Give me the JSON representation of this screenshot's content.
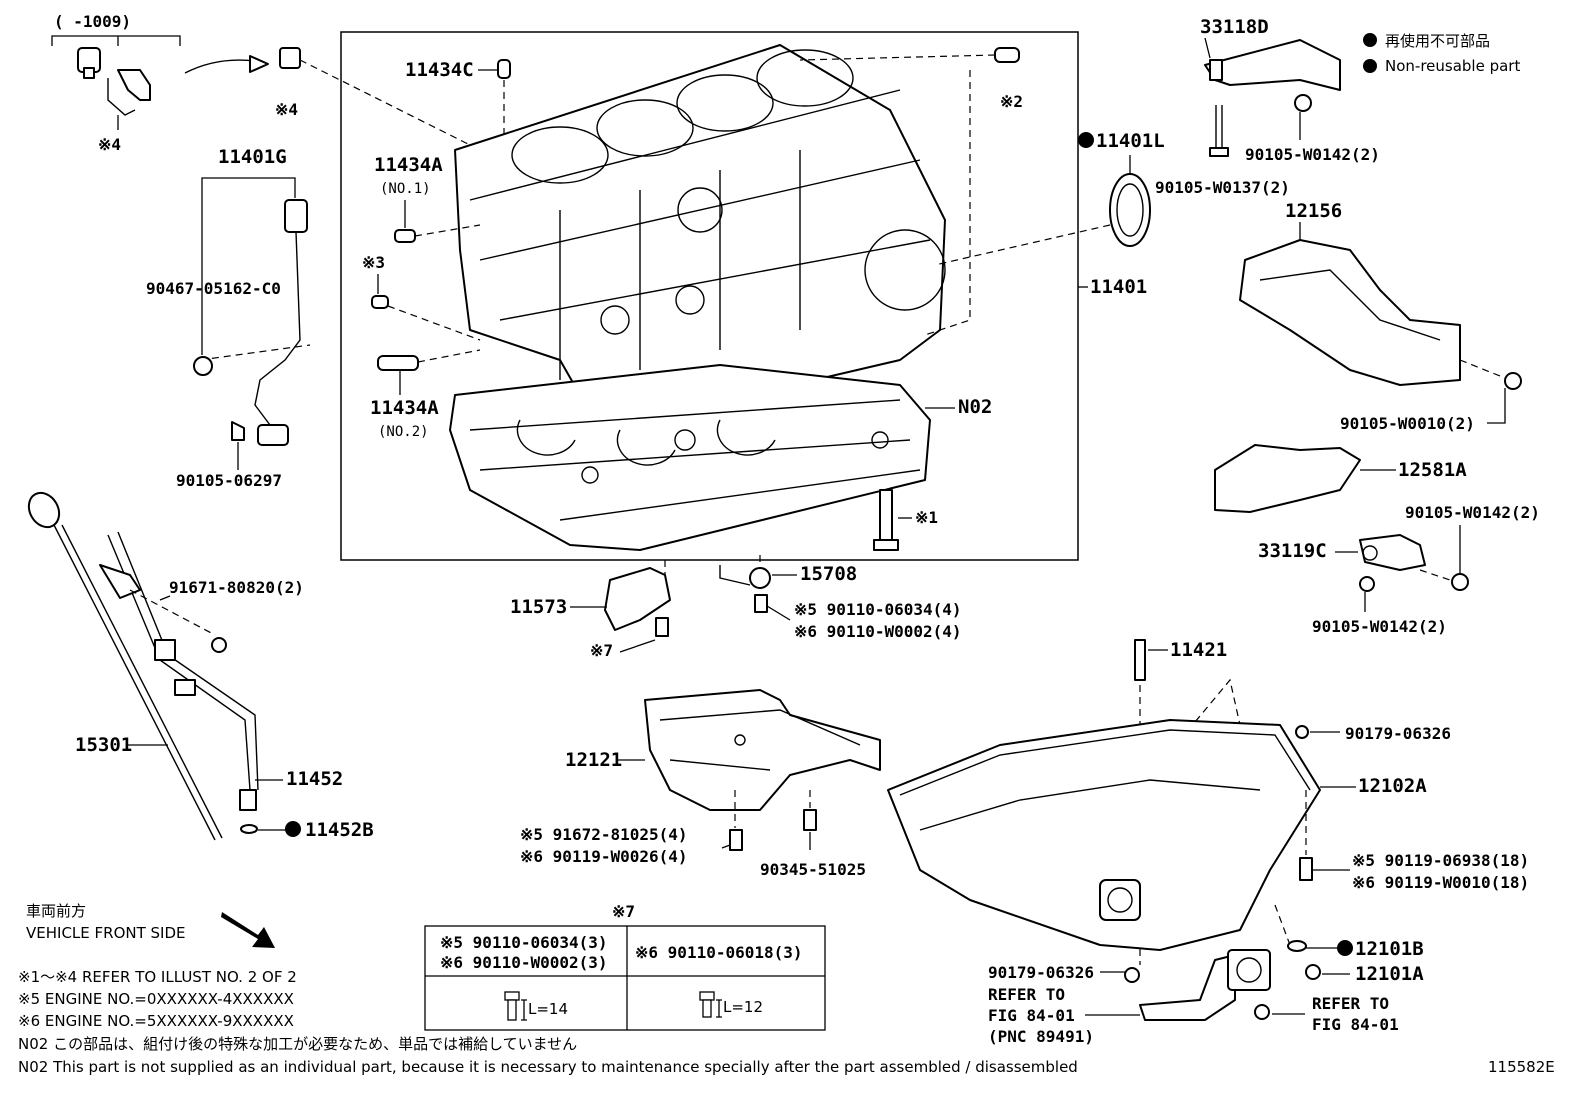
{
  "legend": {
    "non_reusable_ja": "再使用不可部品",
    "non_reusable_en": "Non-reusable part"
  },
  "parts": {
    "p_1009": "(    -1009)",
    "p_11434C": "11434C",
    "p_11434A_1": "11434A",
    "p_no1": "(NO.1)",
    "p_11434A_2": "11434A",
    "p_no2": "(NO.2)",
    "p_11401G": "11401G",
    "p_90467": "90467-05162-C0",
    "p_90105_06297": "90105-06297",
    "p_11401L": "11401L",
    "p_11401": "11401",
    "p_N02": "N02",
    "p_33118D": "33118D",
    "p_90105_W0142_a": "90105-W0142(2)",
    "p_90105_W0137": "90105-W0137(2)",
    "p_12156": "12156",
    "p_90105_W0010": "90105-W0010(2)",
    "p_12581A": "12581A",
    "p_90105_W0142_b": "90105-W0142(2)",
    "p_33119C": "33119C",
    "p_90105_W0142_c": "90105-W0142(2)",
    "p_91671": "91671-80820(2)",
    "p_15301": "15301",
    "p_11452": "11452",
    "p_11452B": "11452B",
    "p_11573": "11573",
    "p_15708": "15708",
    "p_90110_06034_4": "※5 90110-06034(4)",
    "p_90110_W0002_4": "※6 90110-W0002(4)",
    "p_11421": "11421",
    "p_12121": "12121",
    "p_91672": "※5 91672-81025(4)",
    "p_90119_W0026": "※6 90119-W0026(4)",
    "p_90345": "90345-51025",
    "p_90179_a": "90179-06326",
    "p_12102A": "12102A",
    "p_90119_06938": "※5 90119-06938(18)",
    "p_90119_W0010": "※6 90119-W0010(18)",
    "p_90179_b": "90179-06326",
    "p_12101B": "12101B",
    "p_12101A": "12101A",
    "p_refer_fig_a1": "REFER TO",
    "p_refer_fig_a2": "FIG 84-01",
    "p_refer_fig_a3": "(PNC 89491)",
    "p_refer_fig_b1": "REFER TO",
    "p_refer_fig_b2": "FIG 84-01"
  },
  "marks": {
    "m4a": "※4",
    "m4b": "※4",
    "m2": "※2",
    "m3": "※3",
    "m1": "※1",
    "m7": "※7",
    "m7t": "※7"
  },
  "table": {
    "left_line1": "※5 90110-06034(3)",
    "left_line2": "※6 90110-W0002(3)",
    "right_line1": "※6 90110-06018(3)",
    "left_len": "L=14",
    "right_len": "L=12"
  },
  "front": {
    "ja": "車両前方",
    "en": "VEHICLE FRONT SIDE"
  },
  "notes": {
    "n1": "※1～※4  REFER TO ILLUST NO. 2 OF 2",
    "n5": "※5  ENGINE NO.=0XXXXXX-4XXXXXX",
    "n6": "※6  ENGINE NO.=5XXXXXX-9XXXXXX",
    "n02_ja": "N02  この部品は、組付け後の特殊な加工が必要なため、単品では補給していません",
    "n02_en": "N02  This part is not supplied as an individual part, because it is necessary to maintenance specially after the part assembled / disassembled"
  },
  "figure_id": "115582E"
}
